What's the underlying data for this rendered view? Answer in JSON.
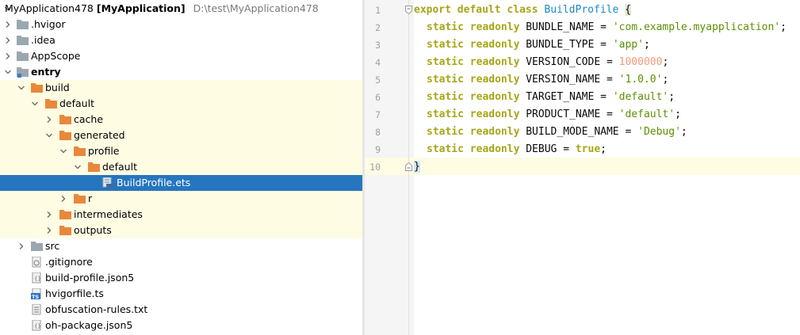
{
  "tree": {
    "root": {
      "name": "MyApplication478",
      "module": "[MyApplication]",
      "path": "D:\\test\\MyApplication478"
    },
    "items": [
      {
        "label": ".hvigor"
      },
      {
        "label": ".idea"
      },
      {
        "label": "AppScope"
      },
      {
        "label": "entry"
      },
      {
        "label": "build"
      },
      {
        "label": "default"
      },
      {
        "label": "cache"
      },
      {
        "label": "generated"
      },
      {
        "label": "profile"
      },
      {
        "label": "default"
      },
      {
        "label": "BuildProfile.ets"
      },
      {
        "label": "r"
      },
      {
        "label": "intermediates"
      },
      {
        "label": "outputs"
      },
      {
        "label": "src"
      },
      {
        "label": ".gitignore"
      },
      {
        "label": "build-profile.json5"
      },
      {
        "label": "hvigorfile.ts"
      },
      {
        "label": "obfuscation-rules.txt"
      },
      {
        "label": "oh-package.json5"
      }
    ]
  },
  "editor": {
    "line_numbers": [
      "1",
      "2",
      "3",
      "4",
      "5",
      "6",
      "7",
      "8",
      "9",
      "10"
    ],
    "line1": {
      "kw": "export default class",
      "name": "BuildProfile",
      "brace": "{"
    },
    "lines": [
      {
        "kw": "static readonly",
        "name": " BUNDLE_NAME = ",
        "value": "'com.example.myapplication'",
        "end": ";"
      },
      {
        "kw": "static readonly",
        "name": " BUNDLE_TYPE = ",
        "value": "'app'",
        "end": ";"
      },
      {
        "kw": "static readonly",
        "name": " VERSION_CODE = ",
        "value": "1000000",
        "end": ";"
      },
      {
        "kw": "static readonly",
        "name": " VERSION_NAME = ",
        "value": "'1.0.0'",
        "end": ";"
      },
      {
        "kw": "static readonly",
        "name": " TARGET_NAME = ",
        "value": "'default'",
        "end": ";"
      },
      {
        "kw": "static readonly",
        "name": " PRODUCT_NAME = ",
        "value": "'default'",
        "end": ";"
      },
      {
        "kw": "static readonly",
        "name": " BUILD_MODE_NAME = ",
        "value": "'Debug'",
        "end": ";"
      },
      {
        "kw": "static readonly",
        "name": " DEBUG = ",
        "value": "true",
        "end": ";"
      }
    ],
    "line10": "}"
  },
  "colors": {
    "selection": "#2675bf",
    "highlight": "#fefce3",
    "keyword": "#a6a617",
    "string": "#5c8f00",
    "number": "#f59a7a",
    "class_name": "#1b88c7",
    "folder": "#e8883b"
  },
  "icons": {
    "folder": "folder-icon",
    "module": "module-folder-icon",
    "file": "text-file-icon",
    "ets": "ets-file-icon",
    "ts": "ts-file-icon",
    "json": "json5-file-icon",
    "gitignore": "gitignore-file-icon"
  }
}
